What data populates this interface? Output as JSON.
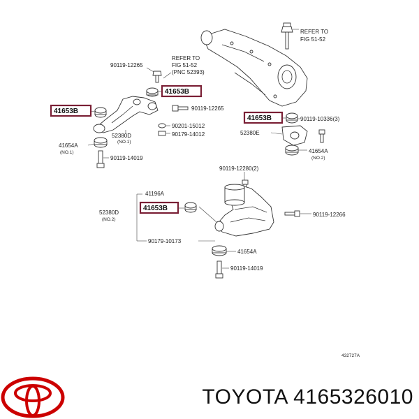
{
  "accent": "#7a1f35",
  "logo_color": "#cc0000",
  "footer": {
    "brand_text": "TOYOTA 4165326010"
  },
  "diagram_id": "432727A",
  "refs": {
    "top_right": [
      "REFER TO",
      "FIG 51-52"
    ],
    "upper_left": [
      "REFER TO",
      "FIG 51-52",
      "(PNC 52393)"
    ]
  },
  "labels": {
    "b_90119_12265_a": "90119-12265",
    "b_90119_12265_b": "90119-12265",
    "b_90119_10336": "90119-10336(3)",
    "b_90201_15012": "90201-15012",
    "b_90179_14012": "90179-14012",
    "b_90119_14019_a": "90119-14019",
    "b_90119_14019_b": "90119-14019",
    "b_90119_12280": "90119-12280(2)",
    "b_90119_12266": "90119-12266",
    "b_90179_10173": "90179-10173",
    "p_52380d_a": "52380D",
    "p_52380d_a_note": "(NO.1)",
    "p_52380e": "52380E",
    "p_52380d_b": "52380D",
    "p_52380d_b_note": "(NO.2)",
    "p_41654a_a": "41654A",
    "p_41654a_a_note": "(NO.1)",
    "p_41654a_b": "41654A",
    "p_41654a_b_note": "(NO.2)",
    "p_41654a_c": "41654A",
    "p_41196a": "41196A"
  },
  "highlighted": [
    "41653B",
    "41653B",
    "41653B",
    "41653B"
  ]
}
